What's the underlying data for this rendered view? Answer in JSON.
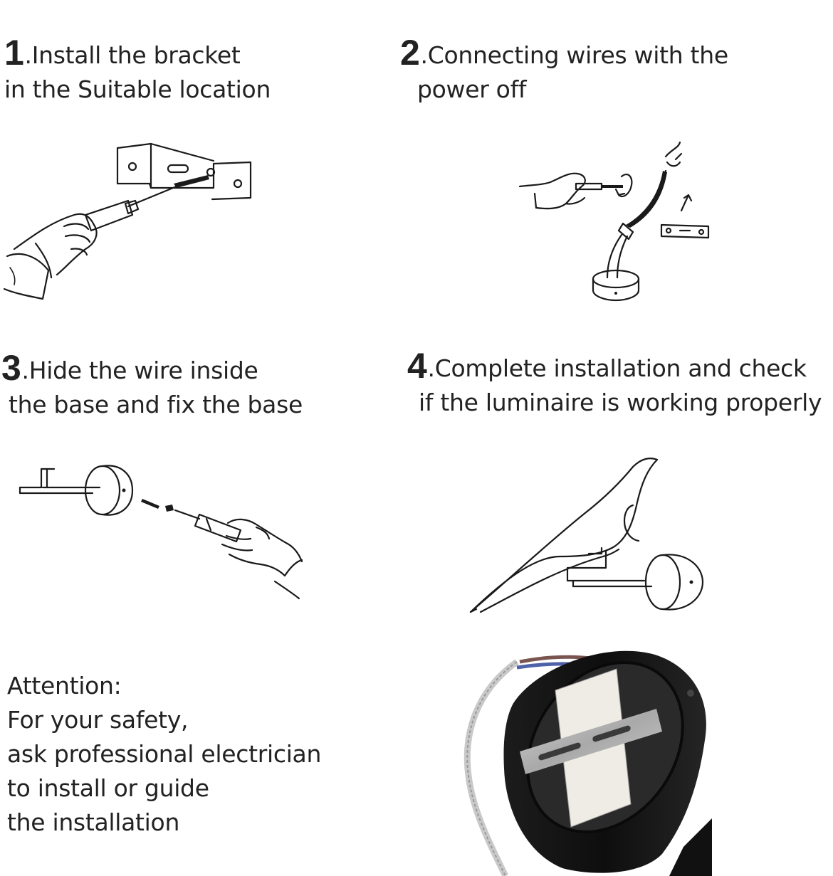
{
  "steps": [
    {
      "number": "1",
      "line1": ".Install the bracket",
      "line2": "in the Suitable location"
    },
    {
      "number": "2",
      "line1": ".Connecting wires with the",
      "line2": "power off"
    },
    {
      "number": "3",
      "line1": ".Hide the wire inside",
      "line2": "the base and fix the base"
    },
    {
      "number": "4",
      "line1": ".Complete installation and check",
      "line2": "if the luminaire is working properly"
    }
  ],
  "attention": {
    "lines": [
      "Attention:",
      "For your safety,",
      "ask  professional electrician",
      "to install or guide",
      "the installation"
    ]
  },
  "icons": {
    "step1": "hand-screwdriver-bracket-icon",
    "step2": "hand-wiring-connection-icon",
    "step3": "hand-screwdriver-base-icon",
    "step4": "bird-wall-lamp-icon",
    "photo": "lamp-base-led-driver-photo"
  }
}
